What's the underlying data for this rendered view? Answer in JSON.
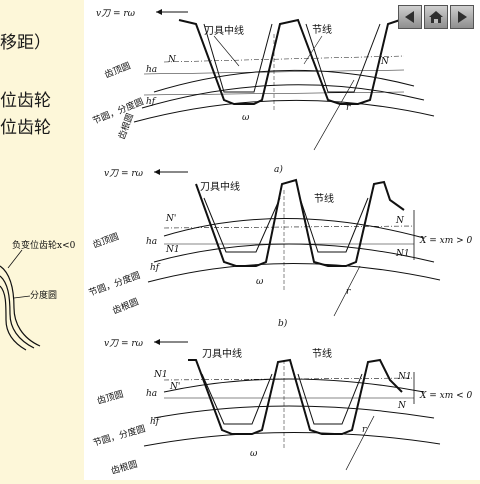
{
  "left_panel": {
    "line1": "移距）",
    "line2": "位齿轮",
    "line3": "位齿轮",
    "inset_label_neg": "负变位齿轮x<0",
    "inset_label_circle": "分度圆"
  },
  "navigation": {
    "back_icon": "triangle-left-icon",
    "home_icon": "house-icon",
    "forward_icon": "triangle-right-icon"
  },
  "diagram_a": {
    "velocity": "v刀 = rω",
    "tool_center": "刀具中线",
    "pitch_line": "节线",
    "n_left": "N",
    "n_right": "N",
    "ha": "ha",
    "hf": "hf",
    "addendum_circle": "齿顶圆",
    "pitch_circle": "节圆，分度圆",
    "root_circle": "齿根圆",
    "omega": "ω",
    "r": "r",
    "caption": "a)"
  },
  "diagram_b": {
    "velocity": "v刀 = rω",
    "tool_center": "刀具中线",
    "pitch_line": "节线",
    "n_top": "N",
    "n_bottom": "N1",
    "n1_left": "N1",
    "n_prime": "N'",
    "x_label": "X = xm > 0",
    "ha": "ha",
    "hf": "hf",
    "addendum_circle": "齿顶圆",
    "pitch_circle": "节圆，分度圆",
    "root_circle": "齿根圆",
    "omega": "ω",
    "r": "r",
    "caption": "b)"
  },
  "diagram_c": {
    "velocity": "v刀 = rω",
    "tool_center": "刀具中线",
    "pitch_line": "节线",
    "n1_top": "N1",
    "n_bottom": "N",
    "n1_left": "N1",
    "n_prime": "N'",
    "x_label": "X = xm < 0",
    "ha": "ha",
    "hf": "hf",
    "addendum_circle": "齿顶圆",
    "pitch_circle": "节圆，分度圆",
    "root_circle": "齿根圆",
    "omega": "ω",
    "r": "r"
  }
}
